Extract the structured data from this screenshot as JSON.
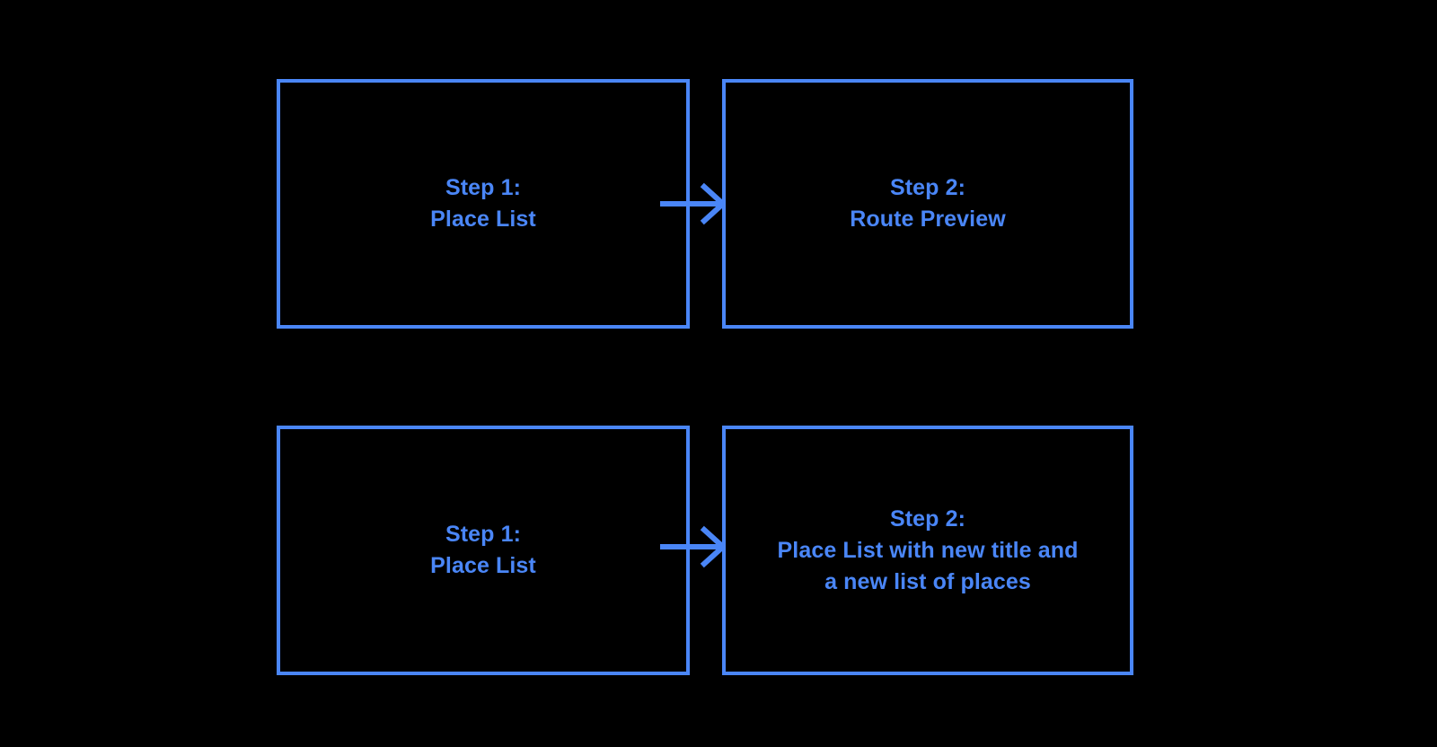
{
  "diagram": {
    "title": "Place List flow diagrams",
    "background_color": "#000000",
    "accent_color": "#4a86f7",
    "rows": [
      {
        "name": "route-preview-flow",
        "arrow": {
          "icon": "arrow-right-icon",
          "label": "leads to"
        },
        "boxes": [
          {
            "name": "step-1-place-list",
            "label": "Step 1:\nPlace List"
          },
          {
            "name": "step-2-route-preview",
            "label": "Step 2:\nRoute Preview"
          }
        ]
      },
      {
        "name": "place-list-update-flow",
        "arrow": {
          "icon": "arrow-right-icon",
          "label": "leads to"
        },
        "boxes": [
          {
            "name": "step-1-place-list",
            "label": "Step 1:\nPlace List"
          },
          {
            "name": "step-2-place-list-updated",
            "label": "Step 2:\nPlace List with new title and\na new list of places"
          }
        ]
      }
    ]
  }
}
